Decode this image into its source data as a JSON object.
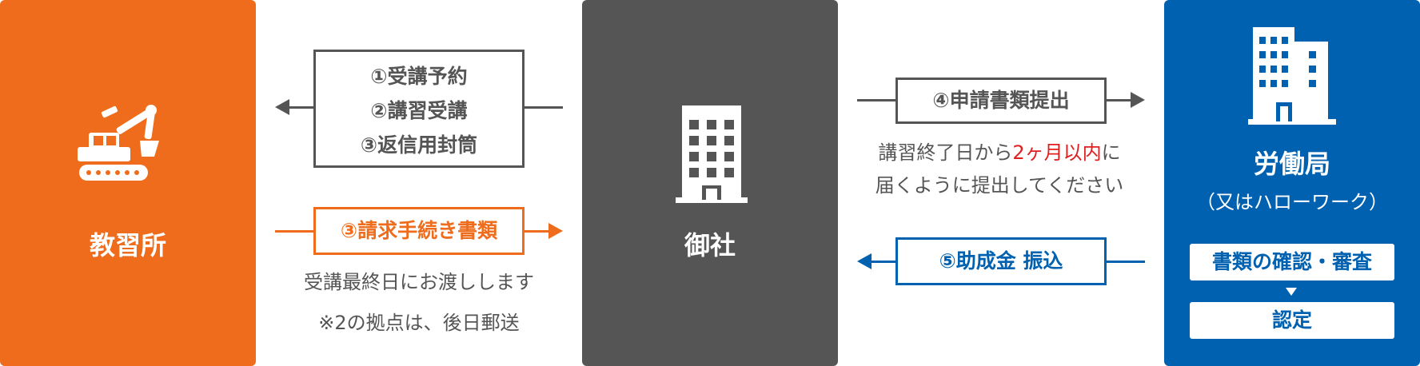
{
  "school": {
    "label": "教習所",
    "color": "#ee6c1b",
    "icon": "excavator-icon"
  },
  "company": {
    "label": "御社",
    "color": "#555555",
    "icon": "building-icon"
  },
  "labor_bureau": {
    "label": "労働局",
    "sub_label": "（又はハローワーク）",
    "color": "#0061b0",
    "icon": "office-building-icon",
    "step_review": "書類の確認・審査",
    "step_certify": "認定"
  },
  "flow_to_school": {
    "lines": [
      "①受講予約",
      "②講習受講",
      "③返信用封筒"
    ]
  },
  "flow_billing": {
    "label": "③請求手続き書類",
    "note_line1": "受講最終日にお渡しします",
    "note_line2": "※2の拠点は、後日郵送"
  },
  "flow_apply": {
    "label": "④申請書類提出",
    "note_before": "講習終了日から",
    "note_highlight": "2ヶ月以内",
    "note_after": "に",
    "note_line2": "届くように提出してください"
  },
  "flow_subsidy": {
    "label": "⑤助成金 振込"
  }
}
